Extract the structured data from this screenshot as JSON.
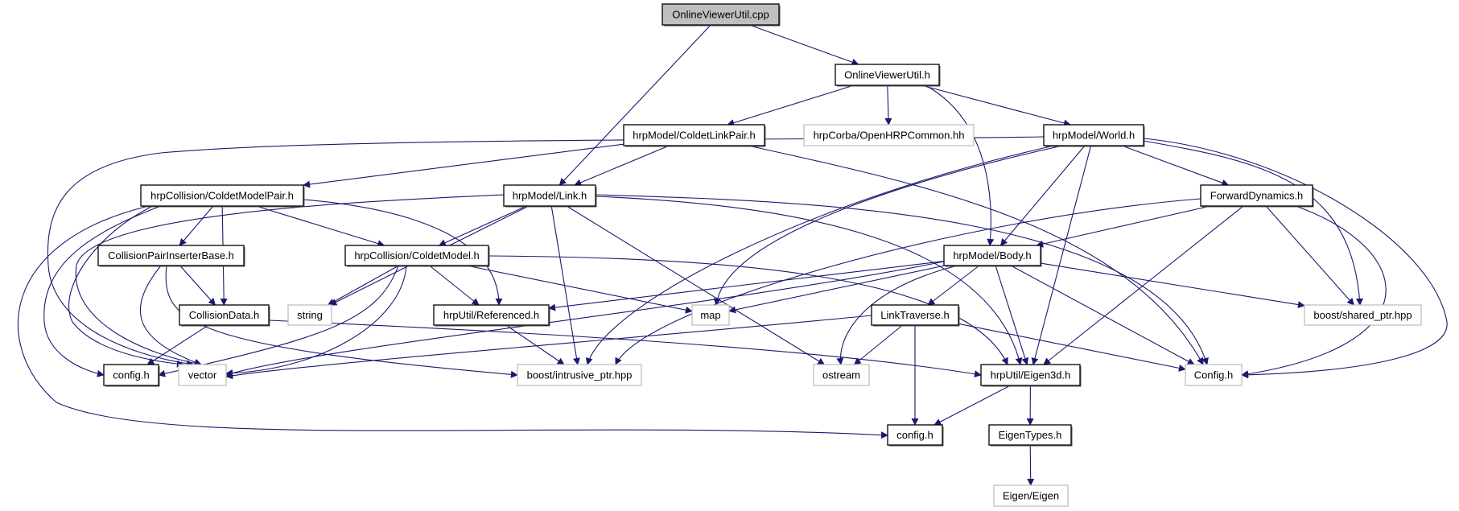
{
  "diagram": {
    "type": "include-dependency-graph",
    "colors": {
      "edge": "#191970",
      "root_fill": "#bfbfbf",
      "documented_border": "#000000",
      "undocumented_border": "#bfbfbf",
      "node_fill": "#ffffff"
    },
    "nodes": [
      {
        "id": "cpp",
        "label": "OnlineViewerUtil.cpp",
        "kind": "root"
      },
      {
        "id": "ovu_h",
        "label": "OnlineViewerUtil.h",
        "kind": "documented"
      },
      {
        "id": "coldetlinkpair",
        "label": "hrpModel/ColdetLinkPair.h",
        "kind": "documented"
      },
      {
        "id": "openhrpcommon",
        "label": "hrpCorba/OpenHRPCommon.hh",
        "kind": "external"
      },
      {
        "id": "world",
        "label": "hrpModel/World.h",
        "kind": "documented"
      },
      {
        "id": "coldetmodelpair",
        "label": "hrpCollision/ColdetModelPair.h",
        "kind": "documented"
      },
      {
        "id": "link",
        "label": "hrpModel/Link.h",
        "kind": "documented"
      },
      {
        "id": "forwarddynamics",
        "label": "ForwardDynamics.h",
        "kind": "documented"
      },
      {
        "id": "cpib",
        "label": "CollisionPairInserterBase.h",
        "kind": "documented"
      },
      {
        "id": "coldetmodel",
        "label": "hrpCollision/ColdetModel.h",
        "kind": "documented"
      },
      {
        "id": "body",
        "label": "hrpModel/Body.h",
        "kind": "documented"
      },
      {
        "id": "collisiondata",
        "label": "CollisionData.h",
        "kind": "documented"
      },
      {
        "id": "string",
        "label": "string",
        "kind": "external"
      },
      {
        "id": "referenced",
        "label": "hrpUtil/Referenced.h",
        "kind": "documented"
      },
      {
        "id": "map",
        "label": "map",
        "kind": "external"
      },
      {
        "id": "linktraverse",
        "label": "LinkTraverse.h",
        "kind": "documented"
      },
      {
        "id": "sharedptr",
        "label": "boost/shared_ptr.hpp",
        "kind": "external"
      },
      {
        "id": "config_l",
        "label": "config.h",
        "kind": "documented"
      },
      {
        "id": "vector",
        "label": "vector",
        "kind": "external"
      },
      {
        "id": "intrusiveptr",
        "label": "boost/intrusive_ptr.hpp",
        "kind": "external"
      },
      {
        "id": "ostream",
        "label": "ostream",
        "kind": "external"
      },
      {
        "id": "eigen3d",
        "label": "hrpUtil/Eigen3d.h",
        "kind": "documented"
      },
      {
        "id": "Config_h",
        "label": "Config.h",
        "kind": "external"
      },
      {
        "id": "config_b",
        "label": "config.h",
        "kind": "documented"
      },
      {
        "id": "eigentypes",
        "label": "EigenTypes.h",
        "kind": "documented"
      },
      {
        "id": "eigen",
        "label": "Eigen/Eigen",
        "kind": "external"
      }
    ],
    "edges": [
      [
        "cpp",
        "ovu_h"
      ],
      [
        "cpp",
        "link"
      ],
      [
        "ovu_h",
        "coldetlinkpair"
      ],
      [
        "ovu_h",
        "openhrpcommon"
      ],
      [
        "ovu_h",
        "world"
      ],
      [
        "ovu_h",
        "body"
      ],
      [
        "coldetlinkpair",
        "coldetmodelpair"
      ],
      [
        "coldetlinkpair",
        "link"
      ],
      [
        "coldetlinkpair",
        "Config_h"
      ],
      [
        "world",
        "vector"
      ],
      [
        "world",
        "intrusiveptr"
      ],
      [
        "world",
        "map"
      ],
      [
        "world",
        "body"
      ],
      [
        "world",
        "eigen3d"
      ],
      [
        "world",
        "forwarddynamics"
      ],
      [
        "world",
        "sharedptr"
      ],
      [
        "world",
        "Config_h"
      ],
      [
        "coldetmodelpair",
        "cpib"
      ],
      [
        "coldetmodelpair",
        "collisiondata"
      ],
      [
        "coldetmodelpair",
        "coldetmodel"
      ],
      [
        "coldetmodelpair",
        "referenced"
      ],
      [
        "coldetmodelpair",
        "config_l"
      ],
      [
        "coldetmodelpair",
        "vector"
      ],
      [
        "coldetmodelpair",
        "config_b"
      ],
      [
        "link",
        "vector"
      ],
      [
        "link",
        "string"
      ],
      [
        "link",
        "coldetmodel"
      ],
      [
        "link",
        "intrusiveptr"
      ],
      [
        "link",
        "ostream"
      ],
      [
        "link",
        "eigen3d"
      ],
      [
        "link",
        "Config_h"
      ],
      [
        "coldetmodel",
        "string"
      ],
      [
        "coldetmodel",
        "referenced"
      ],
      [
        "coldetmodel",
        "map"
      ],
      [
        "coldetmodel",
        "config_l"
      ],
      [
        "coldetmodel",
        "vector"
      ],
      [
        "coldetmodel",
        "eigen3d"
      ],
      [
        "cpib",
        "collisiondata"
      ],
      [
        "cpib",
        "vector"
      ],
      [
        "cpib",
        "intrusiveptr"
      ],
      [
        "collisiondata",
        "config_l"
      ],
      [
        "collisiondata",
        "eigen3d"
      ],
      [
        "referenced",
        "intrusiveptr"
      ],
      [
        "body",
        "referenced"
      ],
      [
        "body",
        "map"
      ],
      [
        "body",
        "vector"
      ],
      [
        "body",
        "ostream"
      ],
      [
        "body",
        "linktraverse"
      ],
      [
        "body",
        "eigen3d"
      ],
      [
        "body",
        "Config_h"
      ],
      [
        "body",
        "sharedptr"
      ],
      [
        "forwarddynamics",
        "body"
      ],
      [
        "forwarddynamics",
        "intrusiveptr"
      ],
      [
        "forwarddynamics",
        "eigen3d"
      ],
      [
        "forwarddynamics",
        "sharedptr"
      ],
      [
        "forwarddynamics",
        "Config_h"
      ],
      [
        "linktraverse",
        "vector"
      ],
      [
        "linktraverse",
        "ostream"
      ],
      [
        "linktraverse",
        "config_b"
      ],
      [
        "linktraverse",
        "Config_h"
      ],
      [
        "eigen3d",
        "config_b"
      ],
      [
        "eigen3d",
        "eigentypes"
      ],
      [
        "eigentypes",
        "eigen"
      ]
    ]
  }
}
